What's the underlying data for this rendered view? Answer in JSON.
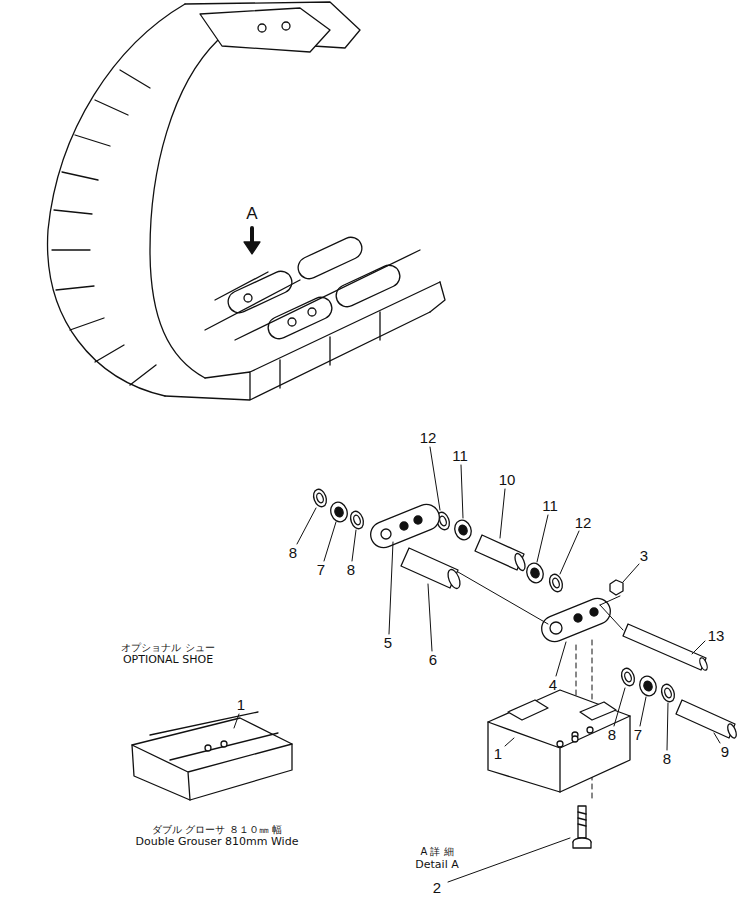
{
  "diagram": {
    "labels": [
      "A",
      "12",
      "11",
      "10",
      "11",
      "12",
      "8",
      "7",
      "8",
      "5",
      "6",
      "3",
      "13",
      "4",
      "オプショナル シュー",
      "OPTIONAL SHOE",
      "1",
      "8",
      "7",
      "8",
      "9",
      "1",
      "ダブル グローサ ８１０㎜ 幅",
      "Double Grouser 810mm Wide",
      "A 詳 細",
      "Detail A",
      "2"
    ]
  }
}
